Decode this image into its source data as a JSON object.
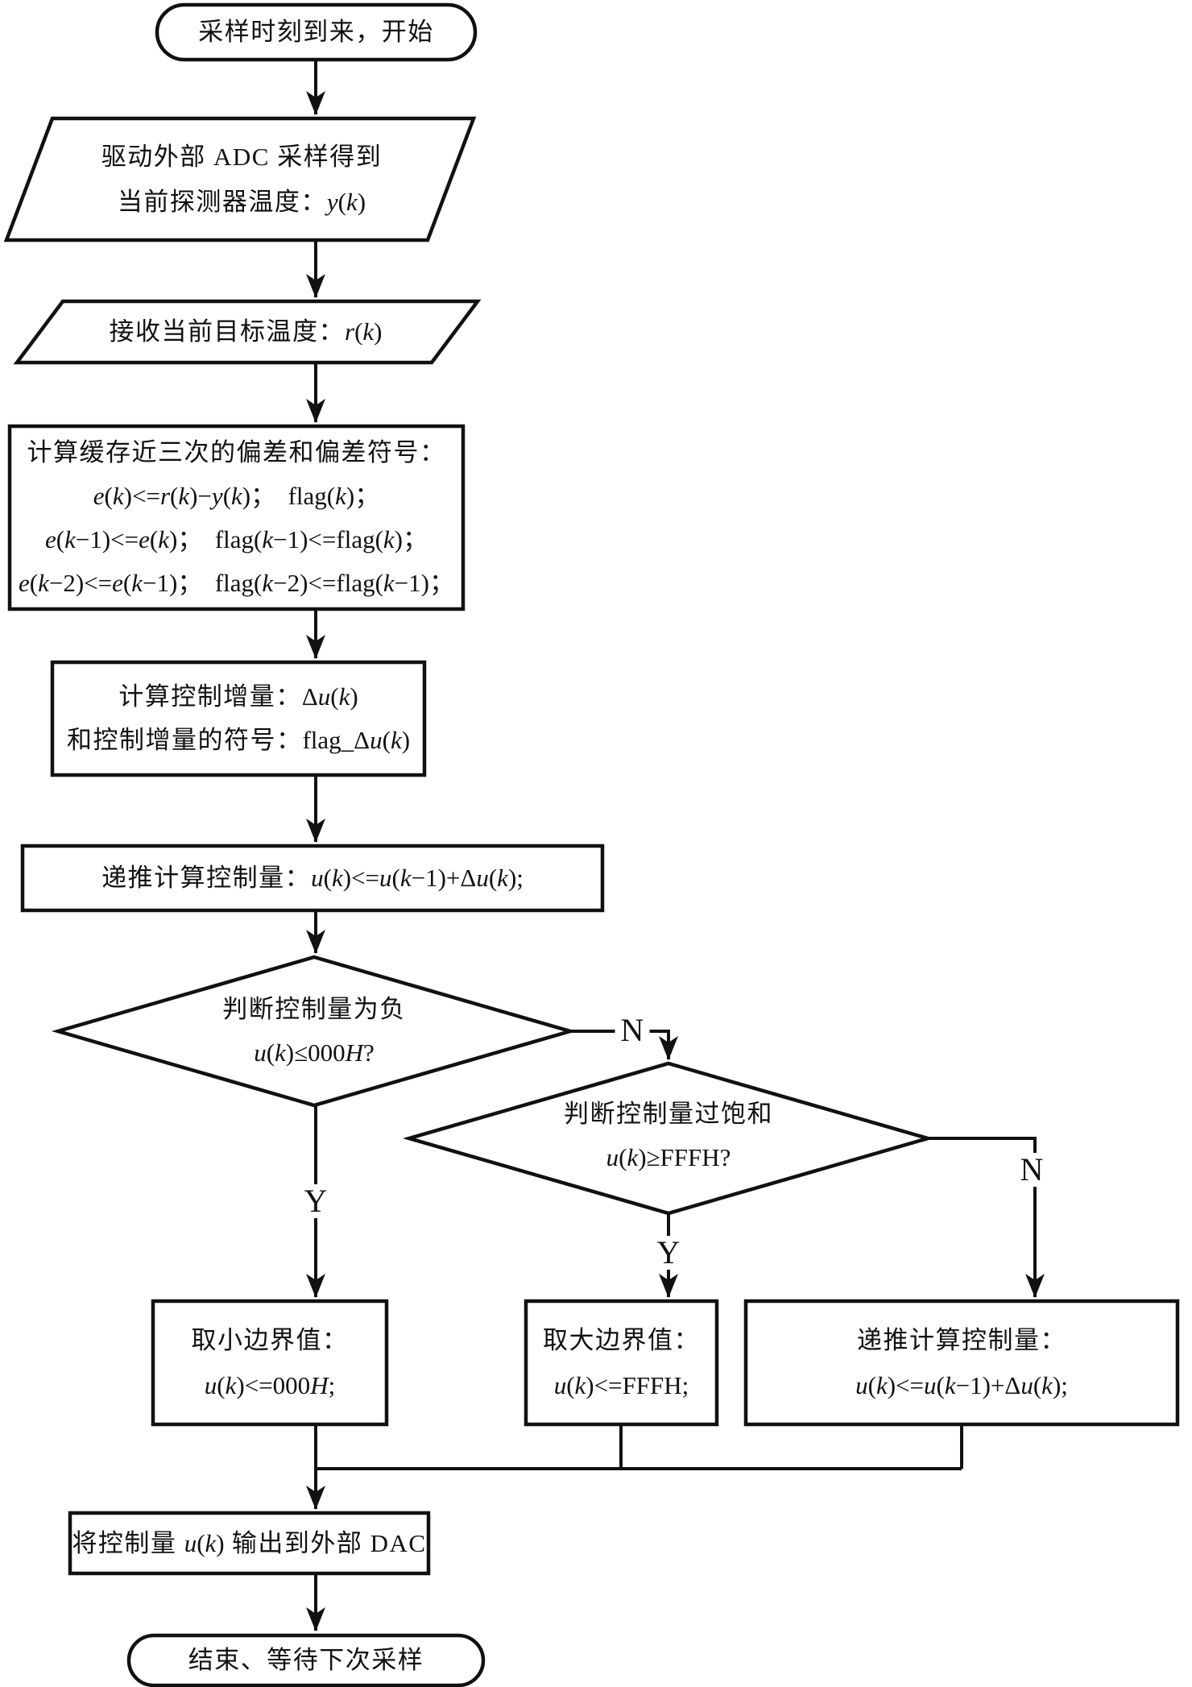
{
  "colors": {
    "ink": "#111111",
    "background": "#ffffff"
  },
  "labels": {
    "d1_no": "N",
    "d1_yes": "Y",
    "d2_yes": "Y",
    "d2_no": "N"
  },
  "nodes": {
    "start": {
      "lines": [
        [
          [
            "c",
            "采样时刻到来，开始"
          ]
        ]
      ]
    },
    "adc": {
      "lines": [
        [
          [
            "c",
            "驱动外部 ADC 采样得到"
          ]
        ],
        [
          [
            "c",
            "当前探测器温度："
          ],
          [
            "i",
            "y"
          ],
          [
            "r",
            "("
          ],
          [
            "i",
            "k"
          ],
          [
            "r",
            ")"
          ]
        ]
      ]
    },
    "recv": {
      "lines": [
        [
          [
            "c",
            "接收当前目标温度："
          ],
          [
            "i",
            "r"
          ],
          [
            "r",
            "("
          ],
          [
            "i",
            "k"
          ],
          [
            "r",
            ")"
          ]
        ]
      ]
    },
    "calc_err": {
      "lines": [
        [
          [
            "c",
            "计算缓存近三次的偏差和偏差符号："
          ]
        ],
        [
          [
            "i",
            "e"
          ],
          [
            "r",
            "("
          ],
          [
            "i",
            "k"
          ],
          [
            "r",
            ")<="
          ],
          [
            "i",
            "r"
          ],
          [
            "r",
            "("
          ],
          [
            "i",
            "k"
          ],
          [
            "r",
            ")−"
          ],
          [
            "i",
            "y"
          ],
          [
            "r",
            "("
          ],
          [
            "i",
            "k"
          ],
          [
            "r",
            ")；  flag("
          ],
          [
            "i",
            "k"
          ],
          [
            "r",
            ")；"
          ]
        ],
        [
          [
            "i",
            "e"
          ],
          [
            "r",
            "("
          ],
          [
            "i",
            "k"
          ],
          [
            "r",
            "−1)<="
          ],
          [
            "i",
            "e"
          ],
          [
            "r",
            "("
          ],
          [
            "i",
            "k"
          ],
          [
            "r",
            ")；  flag("
          ],
          [
            "i",
            "k"
          ],
          [
            "r",
            "−1)<=flag("
          ],
          [
            "i",
            "k"
          ],
          [
            "r",
            ")；"
          ]
        ],
        [
          [
            "i",
            "e"
          ],
          [
            "r",
            "("
          ],
          [
            "i",
            "k"
          ],
          [
            "r",
            "−2)<="
          ],
          [
            "i",
            "e"
          ],
          [
            "r",
            "("
          ],
          [
            "i",
            "k"
          ],
          [
            "r",
            "−1)；  flag("
          ],
          [
            "i",
            "k"
          ],
          [
            "r",
            "−2)<=flag("
          ],
          [
            "i",
            "k"
          ],
          [
            "r",
            "−1)；"
          ]
        ]
      ]
    },
    "incr": {
      "lines": [
        [
          [
            "c",
            "计算控制增量："
          ],
          [
            "r",
            "Δ"
          ],
          [
            "i",
            "u"
          ],
          [
            "r",
            "("
          ],
          [
            "i",
            "k"
          ],
          [
            "r",
            ")"
          ]
        ],
        [
          [
            "c",
            "和控制增量的符号："
          ],
          [
            "r",
            "flag_Δ"
          ],
          [
            "i",
            "u"
          ],
          [
            "r",
            "("
          ],
          [
            "i",
            "k"
          ],
          [
            "r",
            ")"
          ]
        ]
      ]
    },
    "recur": {
      "lines": [
        [
          [
            "c",
            "递推计算控制量："
          ],
          [
            "i",
            "u"
          ],
          [
            "r",
            "("
          ],
          [
            "i",
            "k"
          ],
          [
            "r",
            ")<="
          ],
          [
            "i",
            "u"
          ],
          [
            "r",
            "("
          ],
          [
            "i",
            "k"
          ],
          [
            "r",
            "−1)+Δ"
          ],
          [
            "i",
            "u"
          ],
          [
            "r",
            "("
          ],
          [
            "i",
            "k"
          ],
          [
            "r",
            ");"
          ]
        ]
      ]
    },
    "decision_negative": {
      "lines": [
        [
          [
            "c",
            "判断控制量为负"
          ]
        ],
        [
          [
            "i",
            "u"
          ],
          [
            "r",
            "("
          ],
          [
            "i",
            "k"
          ],
          [
            "r",
            ")≤000"
          ],
          [
            "i",
            "H"
          ],
          [
            "r",
            "?"
          ]
        ]
      ]
    },
    "decision_saturated": {
      "lines": [
        [
          [
            "c",
            "判断控制量过饱和"
          ]
        ],
        [
          [
            "i",
            "u"
          ],
          [
            "r",
            "("
          ],
          [
            "i",
            "k"
          ],
          [
            "r",
            ")≥FFFH?"
          ]
        ]
      ]
    },
    "bound_min": {
      "lines": [
        [
          [
            "c",
            "取小边界值："
          ]
        ],
        [
          [
            "i",
            "u"
          ],
          [
            "r",
            "("
          ],
          [
            "i",
            "k"
          ],
          [
            "r",
            ")<=000"
          ],
          [
            "i",
            "H"
          ],
          [
            "r",
            ";"
          ]
        ]
      ]
    },
    "bound_max": {
      "lines": [
        [
          [
            "c",
            "取大边界值："
          ]
        ],
        [
          [
            "i",
            "u"
          ],
          [
            "r",
            "("
          ],
          [
            "i",
            "k"
          ],
          [
            "r",
            ")<=FFFH;"
          ]
        ]
      ]
    },
    "recur2": {
      "lines": [
        [
          [
            "c",
            "递推计算控制量："
          ]
        ],
        [
          [
            "i",
            "u"
          ],
          [
            "r",
            "("
          ],
          [
            "i",
            "k"
          ],
          [
            "r",
            ")<="
          ],
          [
            "i",
            "u"
          ],
          [
            "r",
            "("
          ],
          [
            "i",
            "k"
          ],
          [
            "r",
            "−1)+Δ"
          ],
          [
            "i",
            "u"
          ],
          [
            "r",
            "("
          ],
          [
            "i",
            "k"
          ],
          [
            "r",
            ");"
          ]
        ]
      ]
    },
    "dac": {
      "lines": [
        [
          [
            "c",
            "将控制量 "
          ],
          [
            "i",
            "u"
          ],
          [
            "r",
            "("
          ],
          [
            "i",
            "k"
          ],
          [
            "r",
            ")"
          ],
          [
            "c",
            " 输出到外部 DAC"
          ]
        ]
      ]
    },
    "end": {
      "lines": [
        [
          [
            "c",
            "结束、等待下次采样"
          ]
        ]
      ]
    }
  }
}
